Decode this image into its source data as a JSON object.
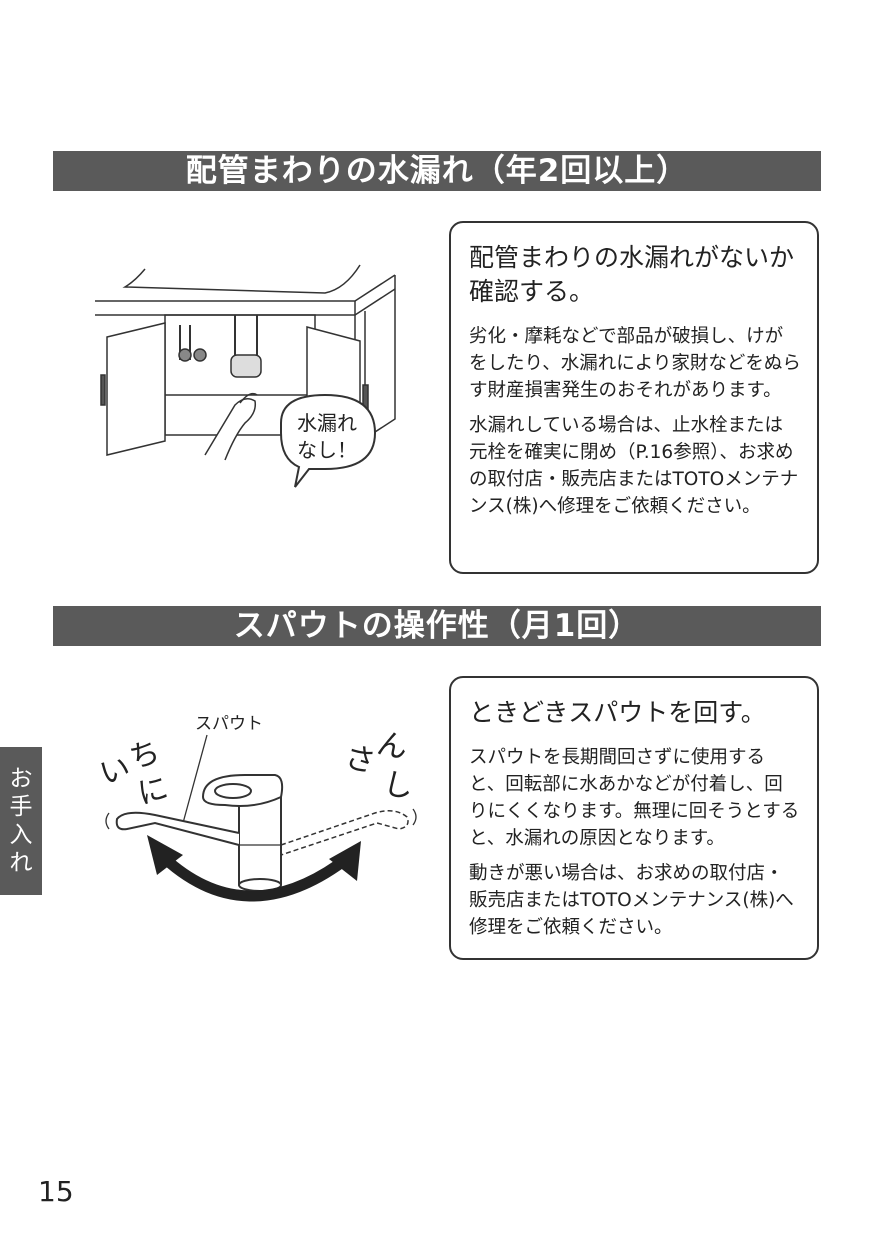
{
  "sections": [
    {
      "banner": "配管まわりの水漏れ（年2回以上）",
      "box": {
        "title": "配管まわりの水漏れがないか確認する。",
        "paragraphs": [
          "劣化・摩耗などで部品が破損し、けがをしたり、水漏れにより家財などをぬらす財産損害発生のおそれがあります。",
          "水漏れしている場合は、止水栓または元栓を確実に閉め（P.16参照）、お求めの取付店・販売店またはTOTOメンテナンス(株)へ修理をご依頼ください。"
        ]
      },
      "illustration": {
        "bubble_line1": "水漏れ",
        "bubble_line2": "なし！"
      }
    },
    {
      "banner": "スパウトの操作性（月1回）",
      "box": {
        "title": "ときどきスパウトを回す。",
        "paragraphs": [
          "スパウトを長期間回さずに使用すると、回転部に水あかなどが付着し、回りにくくなります。無理に回そうとすると、水漏れの原因となります。",
          "動きが悪い場合は、お求めの取付店・販売店またはTOTOメンテナンス(株)へ修理をご依頼ください。"
        ]
      },
      "illustration": {
        "spout_label": "スパウト",
        "left_count_1": "い",
        "left_count_2": "ち",
        "left_count_3": "に",
        "right_count_1": "さ",
        "right_count_2": "ん",
        "right_count_3": "し"
      }
    }
  ],
  "side_tab": [
    "お",
    "手",
    "入",
    "れ"
  ],
  "page_number": "15"
}
